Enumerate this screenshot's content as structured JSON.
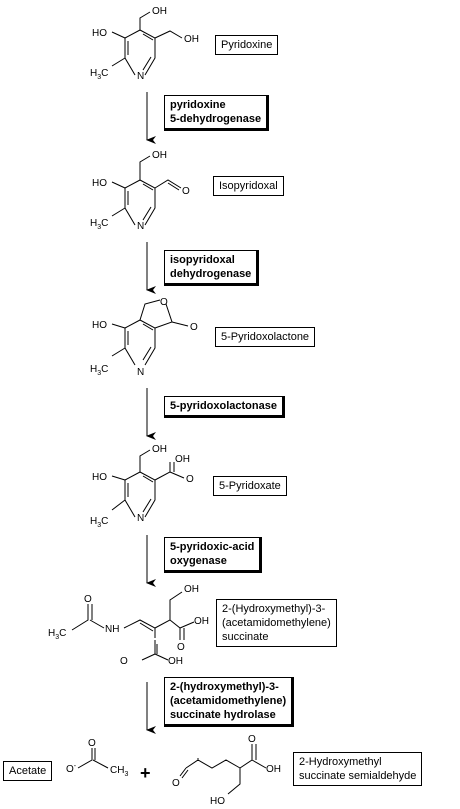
{
  "compounds": {
    "pyridoxine": "Pyridoxine",
    "isopyridoxal": "Isopyridoxal",
    "pyridoxolactone": "5-Pyridoxolactone",
    "pyridoxate": "5-Pyridoxate",
    "succinate_line1": "2-(Hydroxymethyl)-3-",
    "succinate_line2": "(acetamidomethylene)",
    "succinate_line3": "succinate",
    "acetate": "Acetate",
    "semialdehyde_line1": "2-Hydroxymethyl",
    "semialdehyde_line2": "succinate semialdehyde"
  },
  "enzymes": {
    "e1_line1": "pyridoxine",
    "e1_line2": "5-dehydrogenase",
    "e2_line1": "isopyridoxal",
    "e2_line2": "dehydrogenase",
    "e3": "5-pyridoxolactonase",
    "e4_line1": "5-pyridoxic-acid",
    "e4_line2": "oxygenase",
    "e5_line1": "2-(hydroxymethyl)-3-",
    "e5_line2": "(acetamidomethylene)",
    "e5_line3": "succinate hydrolase"
  },
  "atoms": {
    "OH": "OH",
    "HO": "HO",
    "N": "N",
    "H3C_H": "H",
    "H3C_3": "3",
    "H3C_C": "C",
    "O": "O",
    "NH": "NH",
    "minus": "-"
  },
  "plus": "+"
}
